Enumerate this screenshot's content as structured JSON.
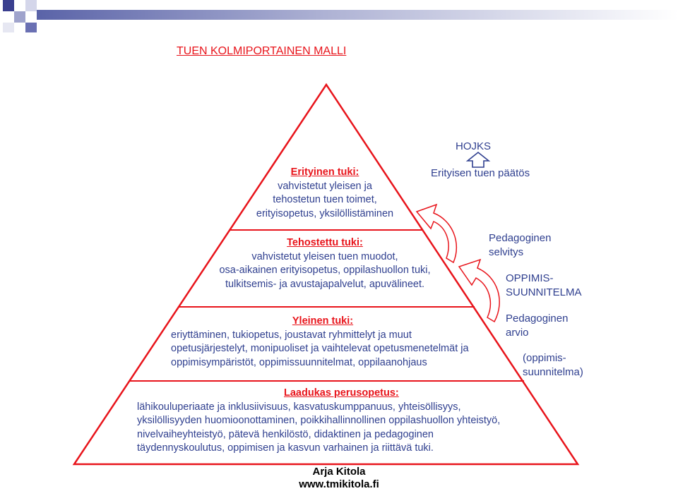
{
  "header": {
    "title": "TUEN KOLMIPORTAINEN MALLI"
  },
  "colors": {
    "accent_red": "#e8141b",
    "text_blue": "#2f3f8f",
    "pyramid_line": "#e8141b"
  },
  "levels": {
    "erityinen": {
      "heading": "Erityinen tuki:",
      "lines": [
        "vahvistetut yleisen ja",
        "tehostetun tuen toimet,",
        "erityisopetus, yksilöllistäminen"
      ]
    },
    "tehostettu": {
      "heading": "Tehostettu tuki:",
      "lines": [
        "vahvistetut yleisen tuen muodot,",
        "osa-aikainen erityisopetus, oppilashuollon tuki,",
        "tulkitsemis- ja avustajapalvelut, apuvälineet."
      ]
    },
    "yleinen": {
      "heading": "Yleinen tuki:",
      "lines": [
        "eriyttäminen, tukiopetus, joustavat ryhmittelyt ja muut",
        "opetusjärjestelyt, monipuoliset ja vaihtelevat opetusmenetelmät ja",
        "oppimisympäristöt, oppimissuunnitelmat, oppilaanohjaus"
      ]
    },
    "perusopetus": {
      "heading": "Laadukas perusopetus:",
      "lines": [
        "lähikouluperiaate ja inklusiivisuus, kasvatuskumppanuus, yhteisöllisyys,",
        "yksilöllisyyden huomioonottaminen, poikkihallinnollinen oppilashuollon yhteistyö,",
        "nivelvaiheyhteistyö, pätevä henkilöstö, didaktinen ja pedagoginen",
        "täydennyskoulutus, oppimisen ja kasvun varhainen ja riittävä tuki."
      ]
    }
  },
  "side": {
    "hojks": "HOJKS",
    "paatos": "Erityisen tuen päätös",
    "selvitys_1": "Pedagoginen",
    "selvitys_2": "selvitys",
    "oppimis_1": "OPPIMIS-",
    "oppimis_2": "SUUNNITELMA",
    "arvio_1": "Pedagoginen",
    "arvio_2": "arvio",
    "arvio_3": "(oppimis-",
    "arvio_4": "suunnitelma)"
  },
  "author": {
    "name": "Arja Kitola",
    "site": "www.tmikitola.fi"
  }
}
